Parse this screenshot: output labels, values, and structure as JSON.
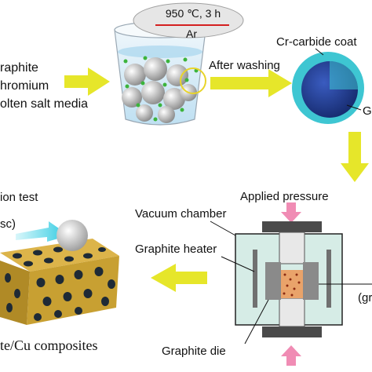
{
  "furnace": {
    "temperature": "950 ℃, 3 h",
    "atmosphere": "Ar"
  },
  "inputs": {
    "line1": "raphite",
    "line2": "hromium",
    "line3": "olten salt media"
  },
  "after_washing": "After washing",
  "coating": {
    "label": "Cr-carbide coat",
    "core_label": "G"
  },
  "sps": {
    "applied_pressure": "Applied pressure",
    "vacuum_chamber": "Vacuum chamber",
    "graphite_heater": "Graphite heater",
    "graphite_die": "Graphite die",
    "right_label": "(gr"
  },
  "test": {
    "title": "ion test",
    "sub": "sc)"
  },
  "composite": "te/Cu composites",
  "colors": {
    "arrow_yellow": "#e6e62a",
    "orange_text": "#e8641e",
    "red_line": "#d42020",
    "coat_teal": "#3ec6d2",
    "core_blue": "#1e3c8c",
    "block_gold": "#c8a032",
    "chamber_green": "#d6ece6",
    "pressure_pink": "#f08cb4"
  }
}
